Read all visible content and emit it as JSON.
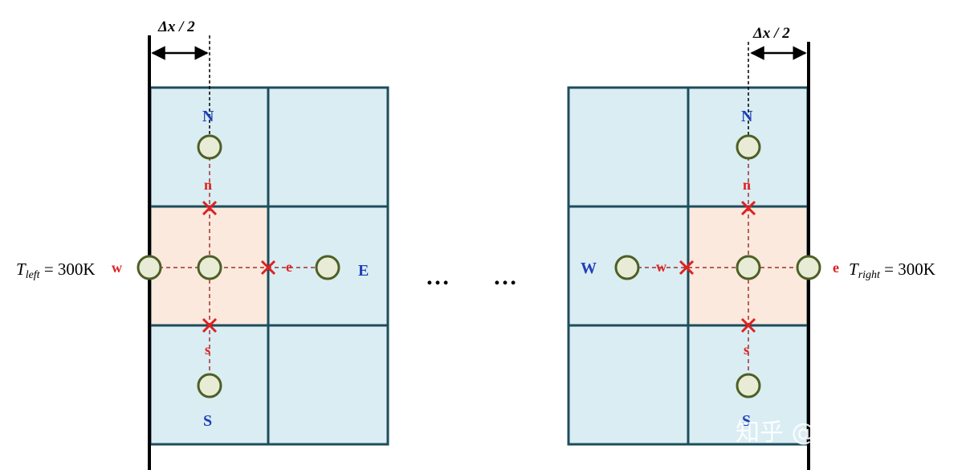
{
  "colors": {
    "cell_fill": "#d9edf3",
    "cell_border": "#1e4d5c",
    "control_volume_fill": "#fbe9dd",
    "node_fill": "#e8ecd6",
    "node_stroke": "#4d5f24",
    "face_marker": "#e02020",
    "dashed_line": "#a33030",
    "label_blue": "#1f3fb8",
    "label_red": "#e02020"
  },
  "left_panel": {
    "dx_label": "Δx / 2",
    "boundary_temp_prefix": "T",
    "boundary_temp_sub": "left",
    "boundary_temp_value": " = 300K",
    "node_labels": {
      "north": "N",
      "south": "S",
      "east": "E"
    },
    "face_labels": {
      "north": "n",
      "south": "s",
      "west": "w",
      "east": "e"
    }
  },
  "ellipsis": [
    "…",
    "…"
  ],
  "right_panel": {
    "dx_label": "Δx / 2",
    "boundary_temp_prefix": "T",
    "boundary_temp_sub": "right",
    "boundary_temp_value": " = 300K",
    "node_labels": {
      "north": "N",
      "south": "S",
      "west": "W"
    },
    "face_labels": {
      "north": "n",
      "south": "s",
      "west": "w",
      "east": "e"
    }
  },
  "watermark": "知乎 @慢慢闲者"
}
